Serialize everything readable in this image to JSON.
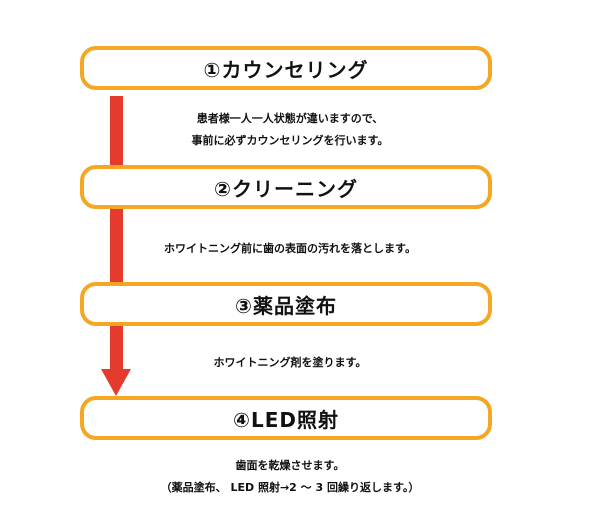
{
  "steps": [
    {
      "title": "①カウンセリング",
      "description": [
        "患者様一人一人状態が違いますので、",
        "事前に必ずカウンセリングを行います。"
      ]
    },
    {
      "title": "②クリーニング",
      "description": [
        "ホワイトニング前に歯の表面の汚れを落とします。"
      ]
    },
    {
      "title": "③薬品塗布",
      "description": [
        "ホワイトニング剤を塗ります。"
      ]
    },
    {
      "title": "④LED照射",
      "description": [
        "歯面を乾燥させます。",
        "（薬品塗布、 LED 照射→2 ～ 3 回繰り返します。）"
      ]
    }
  ],
  "colors": {
    "box_border": "#f5a623",
    "arrow": "#e53b2c"
  }
}
